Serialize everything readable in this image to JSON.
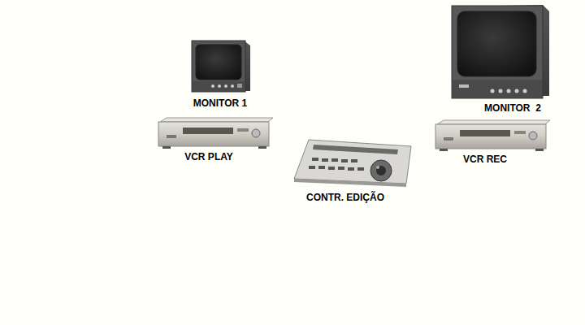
{
  "diagram": {
    "labels": [
      "MONITOR 1",
      "VCR PLAY",
      "CONTR. EDIÇÃO",
      "MONITOR  2",
      "VCR REC"
    ]
  }
}
